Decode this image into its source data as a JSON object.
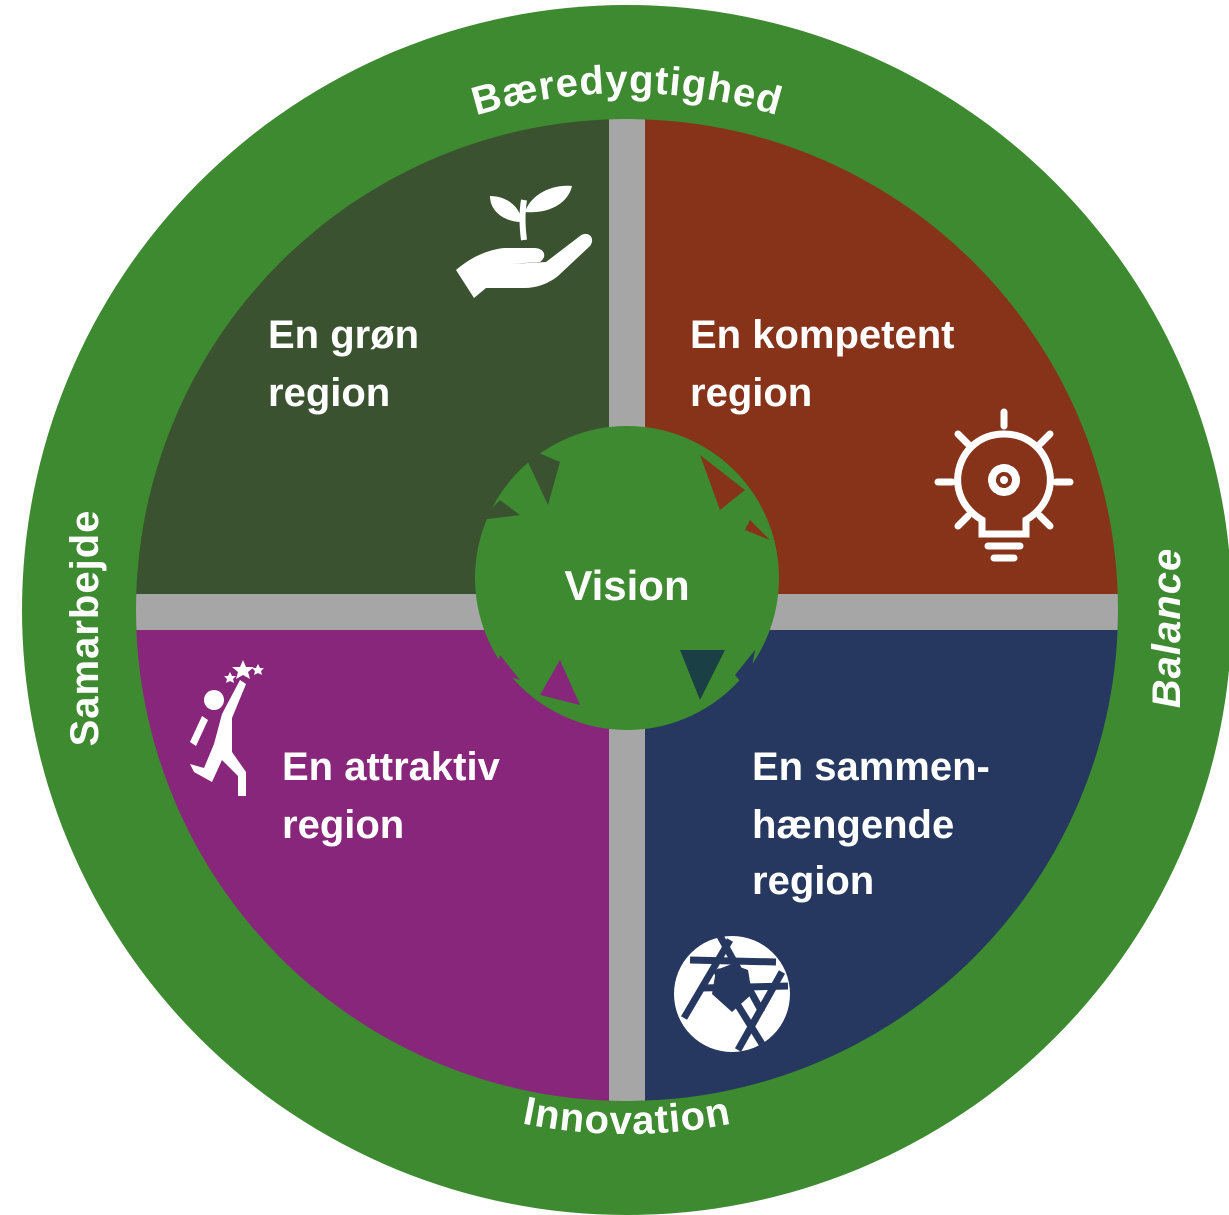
{
  "colors": {
    "ring": "#3d8a30",
    "green_quadrant": "#3a5230",
    "brown_quadrant": "#87331a",
    "purple_quadrant": "#88267b",
    "navy_quadrant": "#26385f",
    "divider": "#a6a6a6",
    "center": "#3d8a30",
    "text": "#ffffff"
  },
  "ring": {
    "top": "Bæredygtighed",
    "bottom": "Innovation",
    "left": "Samarbejde",
    "right": "Balance"
  },
  "center": {
    "label": "Vision"
  },
  "quadrants": {
    "top_left": {
      "line1": "En grøn",
      "line2": "region",
      "icon": "plant-in-hand-icon"
    },
    "top_right": {
      "line1": "En kompetent",
      "line2": "region",
      "icon": "lightbulb-gear-icon"
    },
    "bottom_left": {
      "line1": "En attraktiv",
      "line2": "region",
      "icon": "reaching-star-person-icon"
    },
    "bottom_right": {
      "line1": "En sammen-",
      "line2": "hængende",
      "line3": "region",
      "icon": "aperture-icon"
    }
  }
}
